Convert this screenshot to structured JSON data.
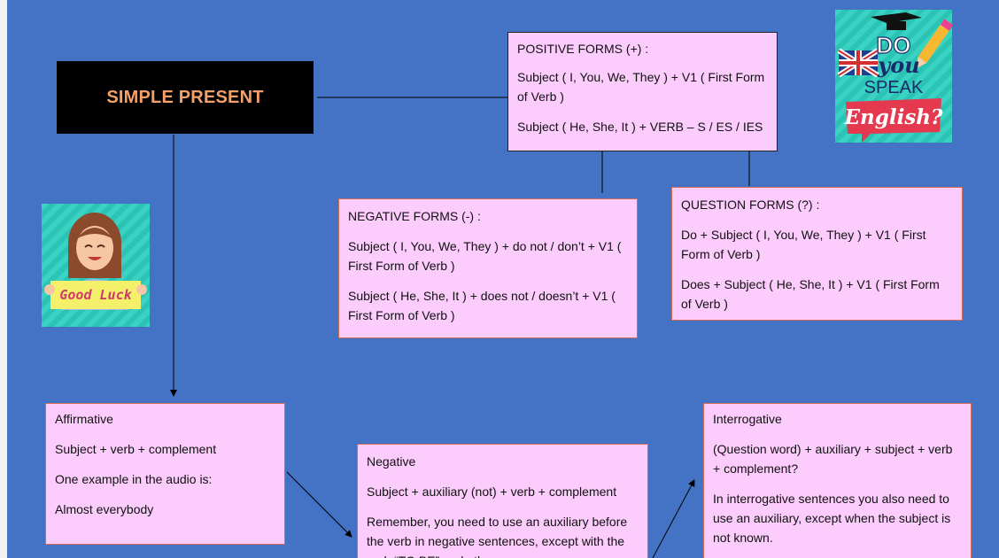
{
  "title": "SIMPLE PRESENT",
  "positive": {
    "heading": "POSITIVE FORMS (+) :",
    "line1": "Subject ( I, You, We, They ) + V1  ( First Form of Verb )",
    "line2": "Subject ( He, She, It ) + VERB – S / ES / IES"
  },
  "negative_forms": {
    "heading": "NEGATIVE FORMS (-) :",
    "line1": "Subject ( I, You, We, They ) + do not / don’t + V1 ( First Form of Verb )",
    "line2": "Subject ( He, She, It ) + does not / doesn’t + V1  ( First Form of Verb )"
  },
  "question_forms": {
    "heading": "QUESTION FORMS (?) :",
    "line1": "Do + Subject ( I, You, We, They ) + V1  ( First Form of Verb )",
    "line2": "Does + Subject ( He, She, It ) + V1  ( First Form of Verb )"
  },
  "affirmative": {
    "heading": "Affirmative",
    "formula": "Subject + verb + complement",
    "example_intro": "One example in the audio is:",
    "example": "Almost everybody"
  },
  "negative": {
    "heading": "Negative",
    "formula": "Subject + auxiliary (not) + verb + complement",
    "note": "Remember, you need to use an auxiliary before the verb in negative sentences, except with the verb “TO BE” and other"
  },
  "interrogative": {
    "heading": "Interrogative",
    "formula": "(Question word) + auxiliary + subject + verb + complement?",
    "note": "In interrogative sentences you also need to use an auxiliary, except when the subject is not known."
  },
  "badge": {
    "do": "DO",
    "you": "you",
    "speak": "SPEAK",
    "english": "English?"
  },
  "goodluck": {
    "text": "Good Luck"
  },
  "colors": {
    "background": "#4472c4",
    "box": "#fcccfc",
    "border": "#d36a5a",
    "title_text": "#f4a06a"
  }
}
